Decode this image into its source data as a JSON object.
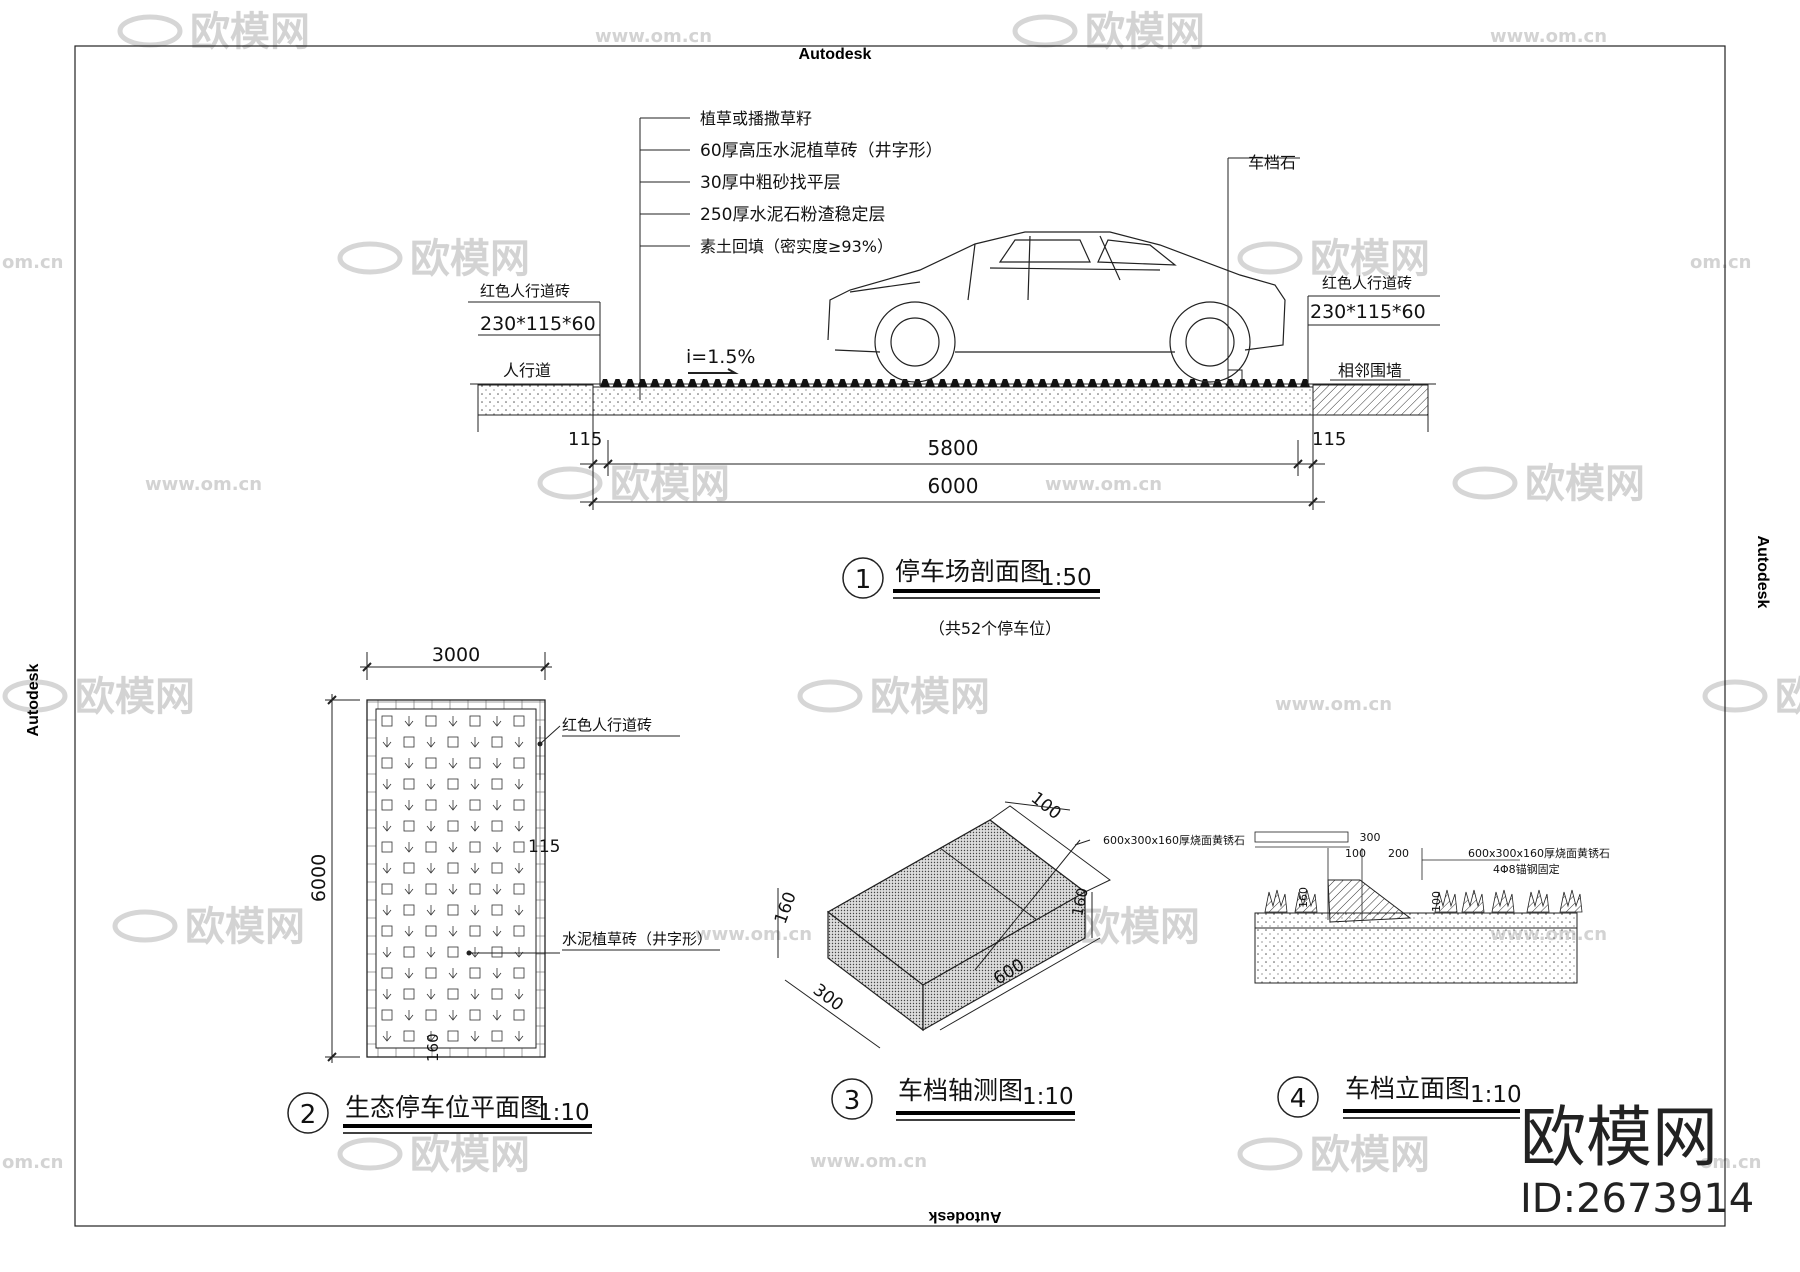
{
  "brand": {
    "title_top": "Autodesk",
    "title_right": "Autodesk",
    "title_left": "Autodesk",
    "title_bottom": "Autodesk",
    "watermark_name": "欧模网",
    "watermark_url": "www.om.cn",
    "watermark_url_short": "om.cn",
    "logo_big": "欧模网",
    "logo_id": "ID:2673914"
  },
  "section1": {
    "layers": [
      "植草或播撒草籽",
      "60厚高压水泥植草砖（井字形）",
      "30厚中粗砂找平层",
      "250厚水泥石粉渣稳定层",
      "素土回填（密实度≥93%）"
    ],
    "left_brick_label": "红色人行道砖",
    "left_brick_size": "230*115*60",
    "right_brick_label": "红色人行道砖",
    "right_brick_size": "230*115*60",
    "wheel_stop_label": "车档石",
    "sidewalk_label": "人行道",
    "wall_label": "相邻围墙",
    "slope": "i=1.5%",
    "dim_left": "115",
    "dim_right": "115",
    "dim_inner": "5800",
    "dim_total": "6000",
    "number": "1",
    "title": "停车场剖面图",
    "scale": "1:50",
    "subtitle": "（共52个停车位）"
  },
  "section2": {
    "dim_width": "3000",
    "dim_height": "6000",
    "dim_115": "115",
    "dim_160": "160",
    "label_brick": "红色人行道砖",
    "label_grass": "水泥植草砖（井字形）",
    "number": "2",
    "title": "生态停车位平面图",
    "scale": "1:10"
  },
  "section3": {
    "dim_100": "100",
    "dim_160a": "160",
    "dim_160b": "160",
    "dim_300": "300",
    "dim_600": "600",
    "label": "600x300x160厚烧面黄锈石",
    "number": "3",
    "title": "车档轴测图",
    "scale": "1:10"
  },
  "section4": {
    "dim_300": "300",
    "dim_100": "100",
    "dim_200": "200",
    "dim_160": "160",
    "dim_100b": "100",
    "label1": "600x300x160厚烧面黄锈石",
    "label2": "4Φ8锚钢固定",
    "number": "4",
    "title": "车档立面图",
    "scale": "1:10"
  }
}
